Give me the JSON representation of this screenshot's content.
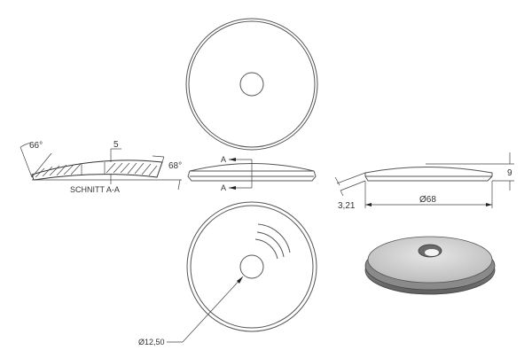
{
  "drawing": {
    "section_label": "SCHNITT A-A",
    "section_marker": "A",
    "angles": {
      "left_bevel": "66°",
      "right_bevel": "68°"
    },
    "dimensions": {
      "wall_thickness": "5",
      "height": "9",
      "edge": "3,21",
      "outer_diameter": "Ø68",
      "hole_diameter": "Ø12,50"
    },
    "views": [
      {
        "name": "top-view",
        "description": "Plan view with outer double circle and center hole"
      },
      {
        "name": "front-view",
        "description": "Front elevation with section line A-A"
      },
      {
        "name": "section-view",
        "description": "Section A-A hatched"
      },
      {
        "name": "side-view",
        "description": "Side elevation with height and diameter dimensions"
      },
      {
        "name": "bottom-view",
        "description": "Bottom view with arc lines and hole leader"
      },
      {
        "name": "isometric-view",
        "description": "Shaded 3D isometric of disc"
      }
    ],
    "colors": {
      "line": "#555555",
      "shade_light": "#d8d8d8",
      "shade_dark": "#7a7a7a"
    }
  }
}
